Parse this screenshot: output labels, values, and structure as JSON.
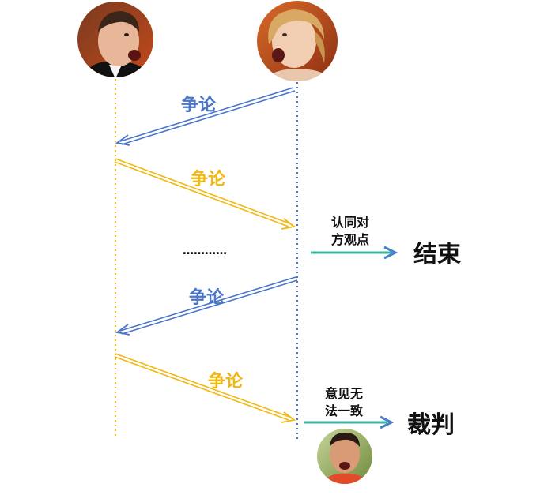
{
  "colors": {
    "blue": "#4a76c9",
    "gold": "#f2b713",
    "teal": "#3bb3a0",
    "arrow_blue": "#4a7fcc"
  },
  "arrows": [
    {
      "label": "争论",
      "color": "blue"
    },
    {
      "label": "争论",
      "color": "gold"
    },
    {
      "label": "争论",
      "color": "blue"
    },
    {
      "label": "争论",
      "color": "gold"
    }
  ],
  "ellipsis": "…………",
  "outcome_1": {
    "condition_line1": "认同对",
    "condition_line2": "方观点",
    "result": "结束"
  },
  "outcome_2": {
    "condition_line1": "意见无",
    "condition_line2": "法一致",
    "result": "裁判"
  },
  "icons": {
    "left_person": "shouting-man-avatar-icon",
    "right_person": "shouting-woman-avatar-icon",
    "judge": "judge-avatar-icon"
  }
}
